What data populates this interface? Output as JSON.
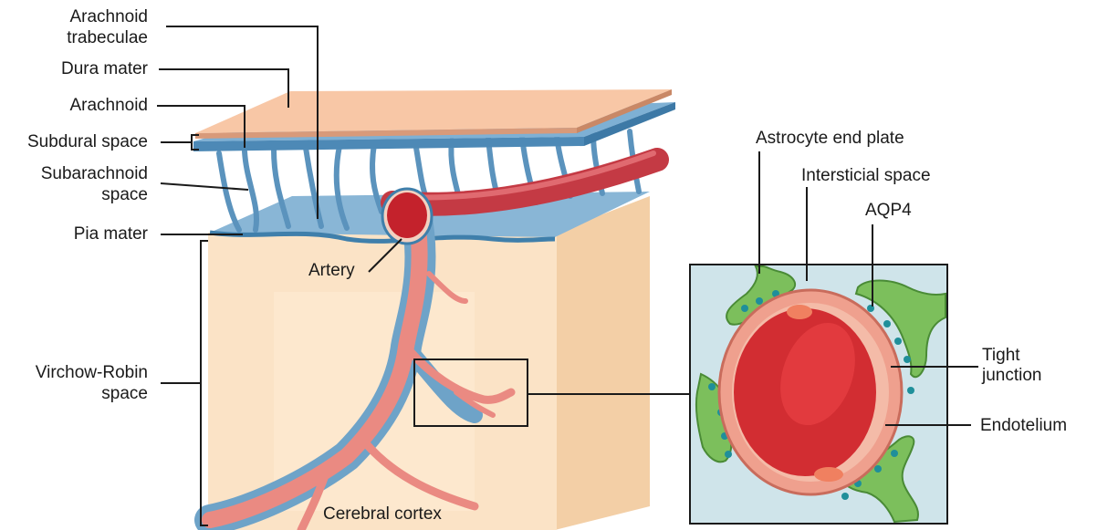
{
  "labels": {
    "arachnoid_trabeculae_1": "Arachnoid",
    "arachnoid_trabeculae_2": "trabeculae",
    "dura_mater": "Dura mater",
    "arachnoid": "Arachnoid",
    "subdural_space": "Subdural space",
    "subarachnoid_space_1": "Subarachnoid",
    "subarachnoid_space_2": "space",
    "pia_mater": "Pia mater",
    "virchow_robin_1": "Virchow-Robin",
    "virchow_robin_2": "space",
    "artery": "Artery",
    "cerebral_cortex": "Cerebral cortex",
    "astrocyte_end_plate": "Astrocyte end plate",
    "intersticial_space": "Intersticial space",
    "aqp4": "AQP4",
    "tight_junction_1": "Tight",
    "tight_junction_2": "junction",
    "endotelium": "Endotelium"
  },
  "colors": {
    "dura": "#f6c4a4",
    "arachnoid_blue": "#6ea3c8",
    "cortex": "#fbe0c0",
    "artery_red": "#d9464e",
    "vessel_pink": "#ea8a82",
    "astrocyte_green": "#7cbf5c",
    "aqp4_teal": "#1f8f9a",
    "inset_bg": "#cfe4ea"
  }
}
